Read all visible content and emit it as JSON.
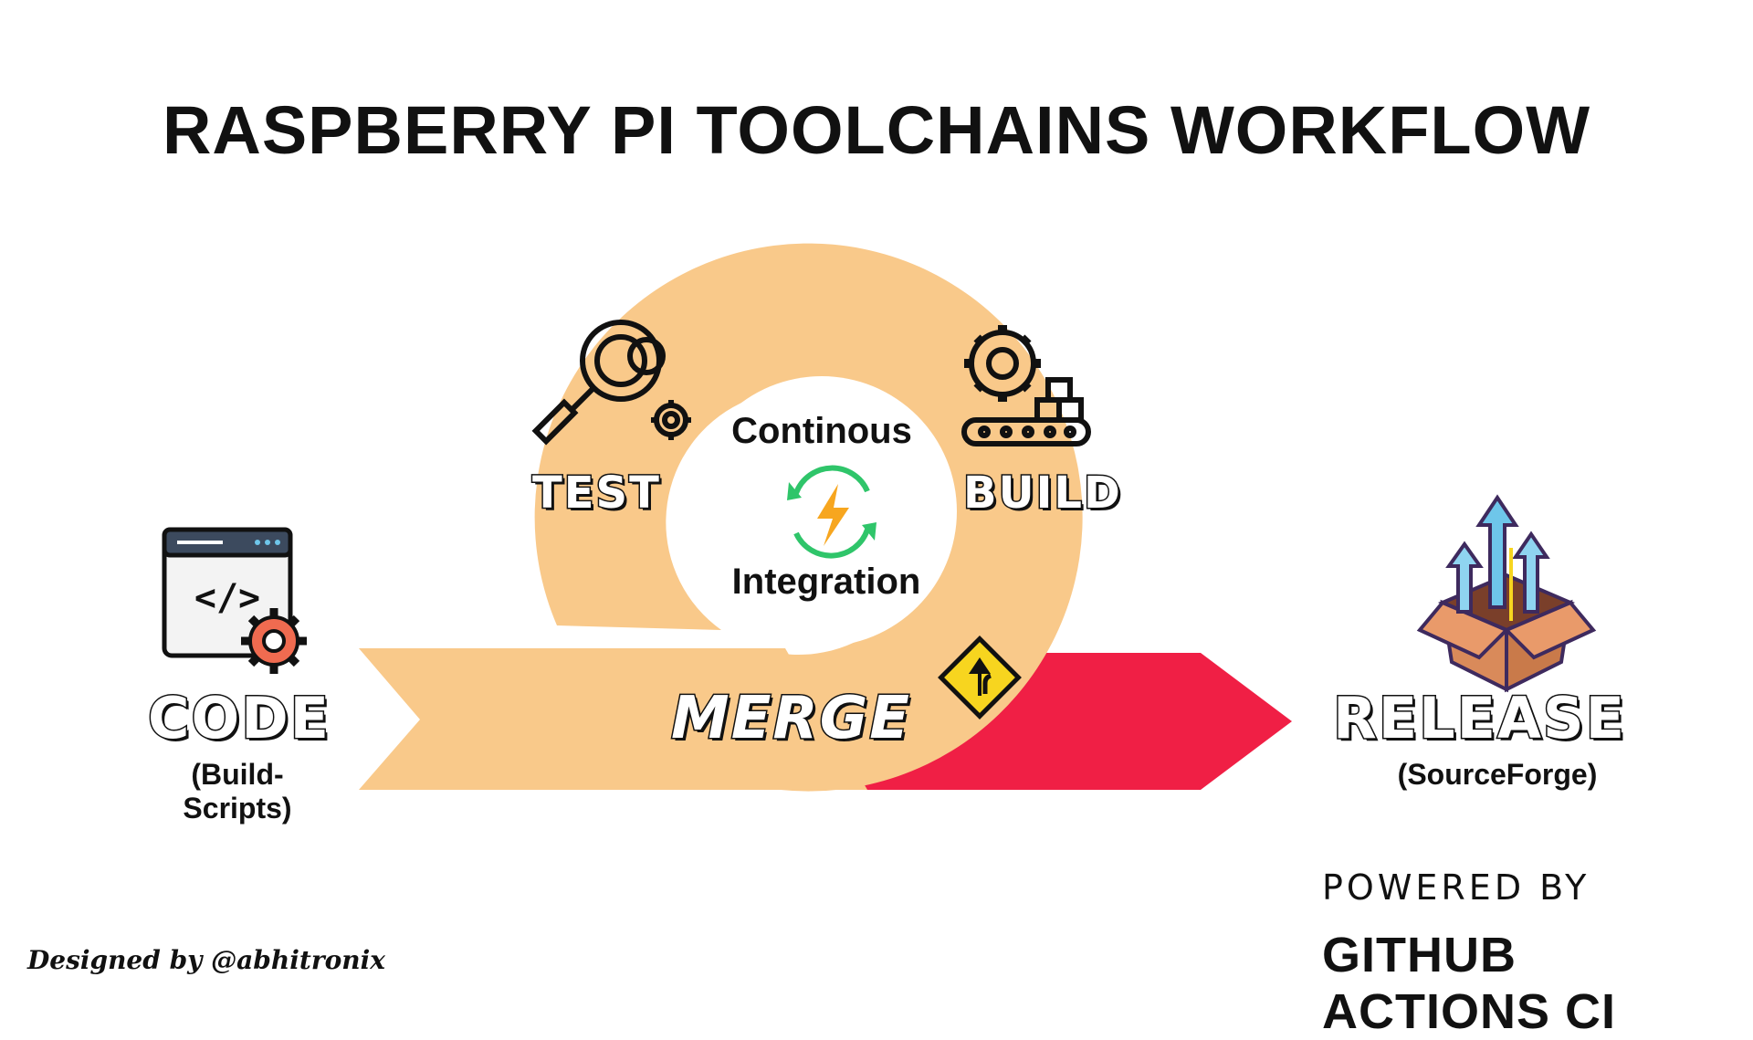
{
  "title": "RASPBERRY PI TOOLCHAINS WORKFLOW",
  "stages": {
    "code": {
      "label": "CODE",
      "sub": "(Build-Scripts)"
    },
    "test": {
      "label": "TEST"
    },
    "build": {
      "label": "BUILD"
    },
    "merge": {
      "label": "MERGE"
    },
    "release": {
      "label": "RELEASE",
      "sub": "(SourceForge)"
    }
  },
  "ci": {
    "line1": "Continous",
    "line2": "Integration"
  },
  "powered": {
    "line1": "POWERED BY",
    "line2": "GITHUB ACTIONS CI"
  },
  "credit": "Designed by @abhitronix",
  "colors": {
    "peach": "#f9c98a",
    "red": "#f01f45",
    "gear": "#f06b50",
    "ink": "#111111",
    "sign": "#f7d51f",
    "arrow_up": "#6ec6ea",
    "box": "#d98a5a"
  },
  "icons": {
    "code": "code-window-gear-icon",
    "test": "magnifier-gears-icon",
    "build": "gear-conveyor-icon",
    "ci": "lightning-refresh-icon",
    "merge": "merge-road-sign-icon",
    "release": "open-box-arrows-icon"
  }
}
